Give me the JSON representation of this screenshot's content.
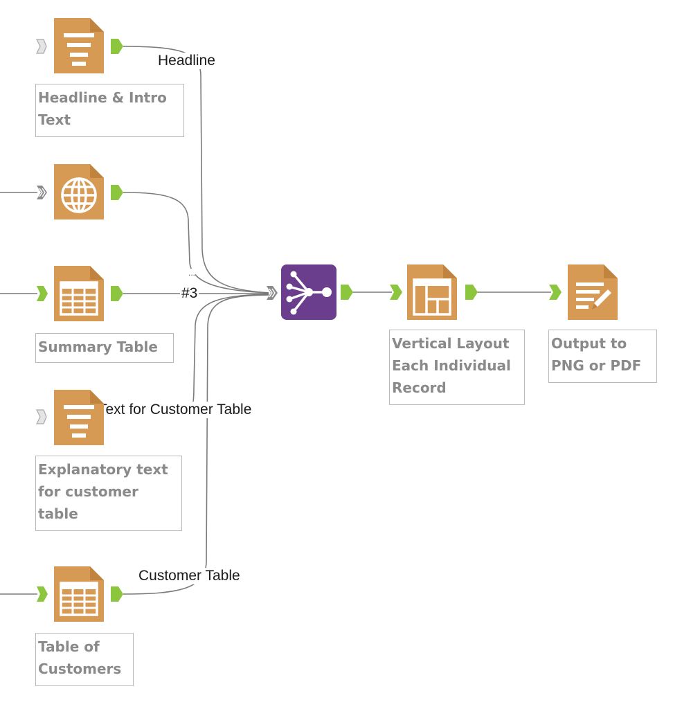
{
  "colors": {
    "tool_orange": "#d79a55",
    "tool_orange_dark": "#c0843f",
    "union_purple": "#6b3d8d",
    "anchor_green": "#8cc63f",
    "anchor_grey": "#a9a9a9",
    "connector": "#7a7a7a",
    "label_text": "#8a8a8a"
  },
  "tools": [
    {
      "id": "headline-text-tool",
      "icon": "report-text-icon",
      "label": "Headline & Intro\nText"
    },
    {
      "id": "map-tool",
      "icon": "globe-icon",
      "label": ""
    },
    {
      "id": "summary-table-tool",
      "icon": "table-icon",
      "label": "Summary Table"
    },
    {
      "id": "customer-text-tool",
      "icon": "report-text-icon",
      "label": "Explanatory text\nfor customer\ntable"
    },
    {
      "id": "customer-table-tool",
      "icon": "table-icon",
      "label": "Table of\nCustomers"
    },
    {
      "id": "union-tool",
      "icon": "layout-union-icon",
      "label": ""
    },
    {
      "id": "vertical-layout-tool",
      "icon": "layout-icon",
      "label": "Vertical Layout\nEach Individual\nRecord"
    },
    {
      "id": "render-tool",
      "icon": "render-output-icon",
      "label": "Output to\nPNG or PDF"
    }
  ],
  "connections": {
    "headline": "Headline",
    "summary": "#3",
    "summary_dots": "...",
    "customer_text": "Text for Customer Table",
    "customer_table": "Customer Table"
  }
}
